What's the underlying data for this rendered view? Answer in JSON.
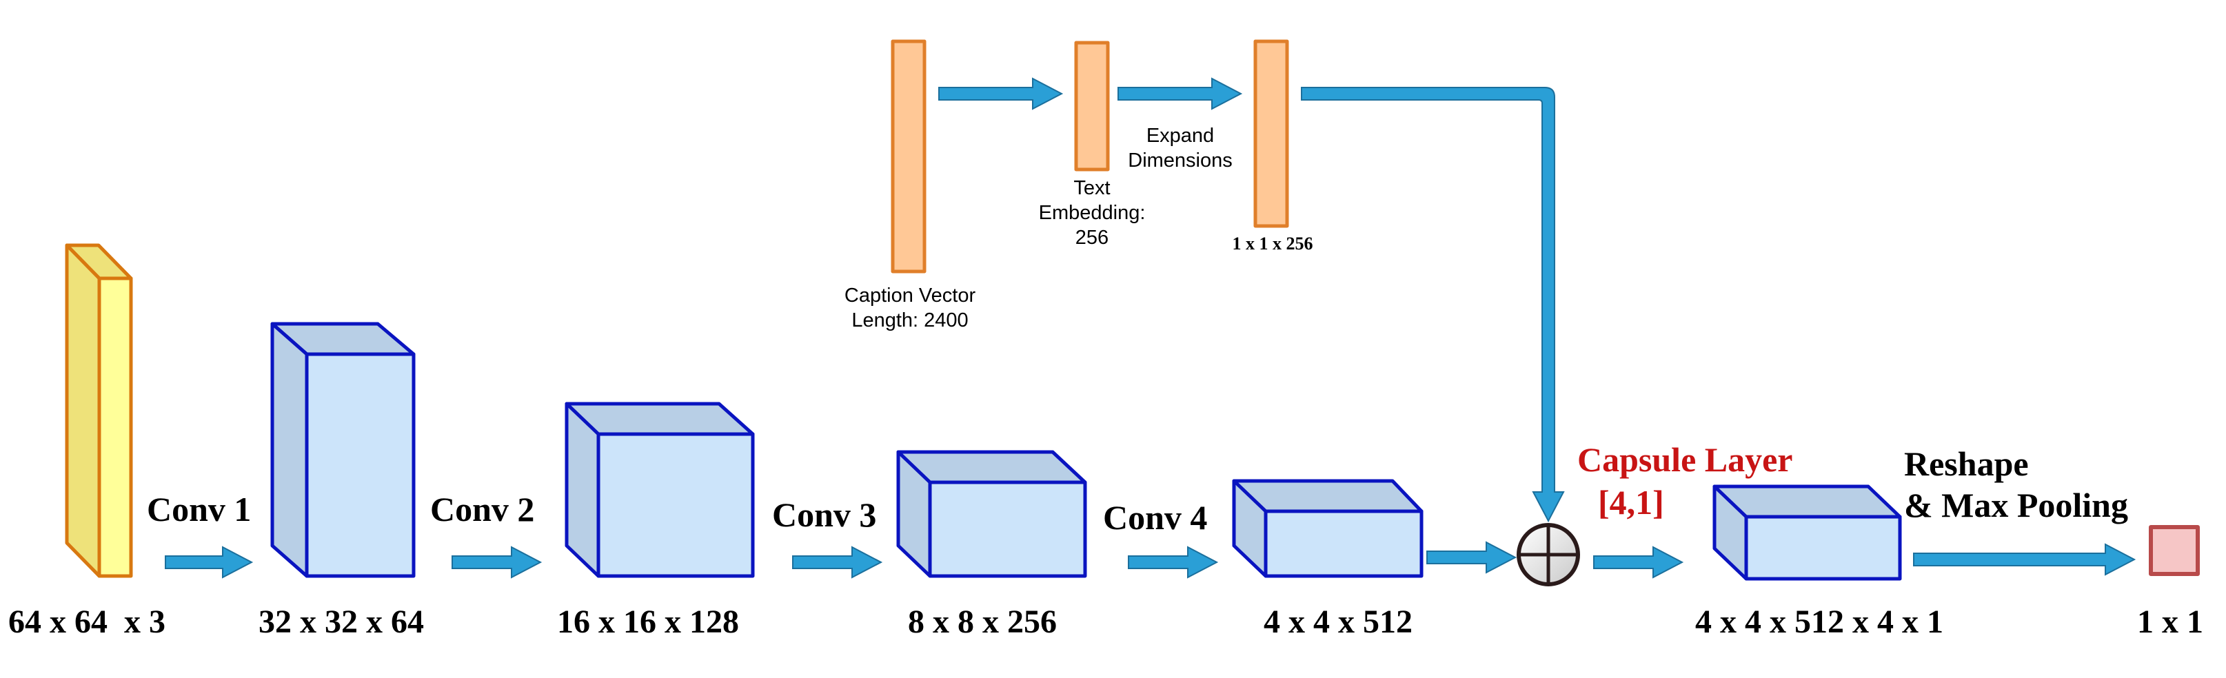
{
  "colors": {
    "arrow": "#2a9fd6",
    "arrow_stroke": "#1b6f9c",
    "cube_fill": "#cce4fa",
    "cube_side": "#b8cfe6",
    "cube_stroke": "#0a14c0",
    "input_fill": "#ffff99",
    "input_side": "#eee27a",
    "input_stroke": "#d87810",
    "embed_fill": "#ffc896",
    "embed_stroke": "#e07f2a",
    "capsule_label": "#c81414",
    "output_fill": "#f6c6c6",
    "output_stroke": "#b84a4a"
  },
  "main_path": {
    "input_dims": "64 x 64  x 3",
    "conv1_label": "Conv 1",
    "block1_dims": "32 x 32 x 64",
    "conv2_label": "Conv 2",
    "block2_dims": "16 x 16 x 128",
    "conv3_label": "Conv 3",
    "block3_dims": "8 x 8 x 256",
    "conv4_label": "Conv 4",
    "block4_dims": "4 x 4 x 512",
    "capsule_label_line1": "Capsule Layer",
    "capsule_label_line2": "[4,1]",
    "capsule_dims": "4 x 4 x 512 x 4 x 1",
    "reshape_label_line1": "Reshape",
    "reshape_label_line2": "& Max Pooling",
    "output_dims": "1 x 1"
  },
  "text_path": {
    "caption_line1": "Caption Vector",
    "caption_line2": "Length: 2400",
    "embed_line1": "Text",
    "embed_line2": "Embedding:",
    "embed_line3": "256",
    "expand_line1": "Expand",
    "expand_line2": "Dimensions",
    "expanded_dims": "1 x 1 x 256"
  },
  "icons": {
    "concat": "circle-plus-icon"
  }
}
